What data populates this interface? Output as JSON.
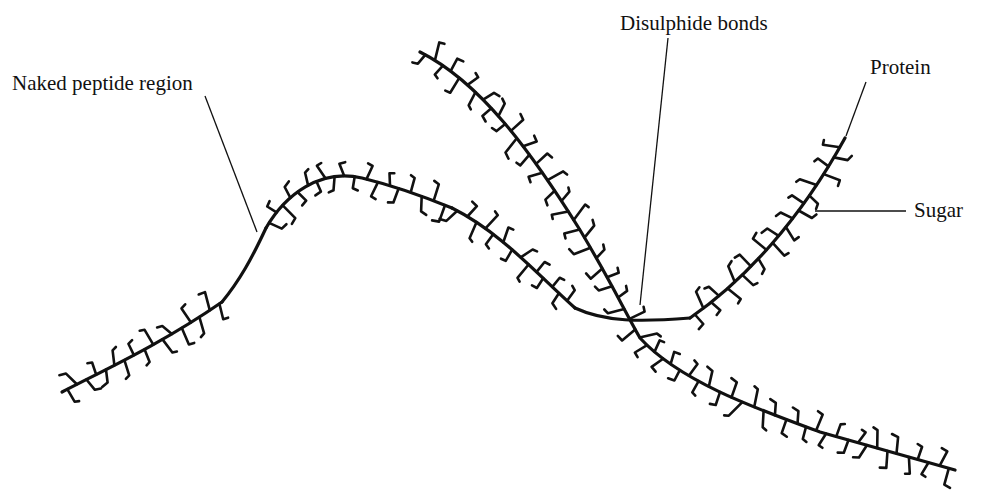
{
  "diagram": {
    "labels": [
      "Naked peptide region",
      "Disulphide bonds",
      "Protein",
      "Sugar"
    ]
  }
}
